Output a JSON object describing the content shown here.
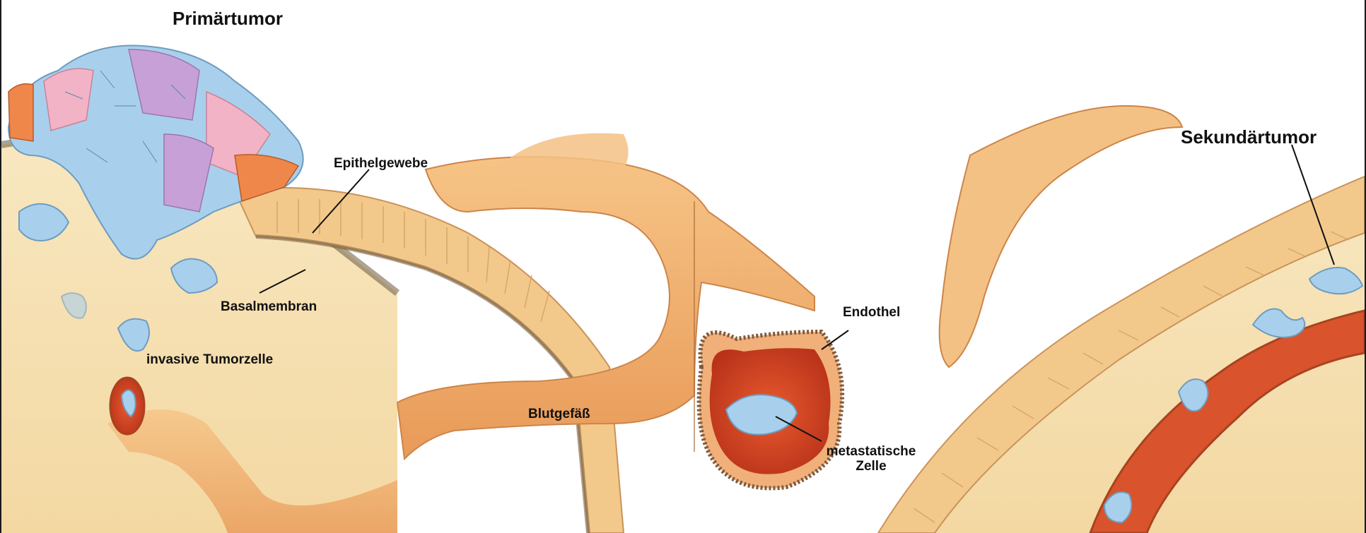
{
  "labels": {
    "primary_tumor": "Primärtumor",
    "secondary_tumor": "Sekundärtumor",
    "epithelium": "Epithelgewebe",
    "basement_membrane": "Basalmembran",
    "invasive_cell": "invasive Tumorzelle",
    "blood_vessel": "Blutgefäß",
    "endothelium": "Endothel",
    "metastatic_cell_line1": "metastatische",
    "metastatic_cell_line2": "Zelle"
  },
  "colors": {
    "tissue": "#f6e2b6",
    "epithelium": "#f3c98b",
    "vessel": "#f0b070",
    "vessel_inner": "#d9532c",
    "tumor_blue": "#a8d0ec",
    "tumor_pink": "#f2b3c6",
    "tumor_purple": "#c8a0d8",
    "tumor_orange": "#f0874a"
  }
}
